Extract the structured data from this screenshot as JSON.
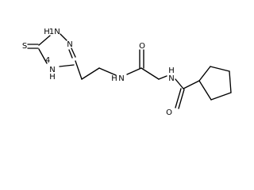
{
  "structure": {
    "atom_labels": {
      "thione_s": "S",
      "ring_n1h": "N",
      "ring_n1h_h": "H",
      "ring_n1h_num": "1",
      "ring_n2": "N",
      "ring_n4h": "N",
      "ring_n4h_h": "H",
      "ring_n4h_num": "4",
      "amide_n1": "N",
      "amide_n1_h": "H",
      "amide_o1": "O",
      "amide_n2": "N",
      "amide_n2_h": "H",
      "amide_o2": "O"
    }
  }
}
